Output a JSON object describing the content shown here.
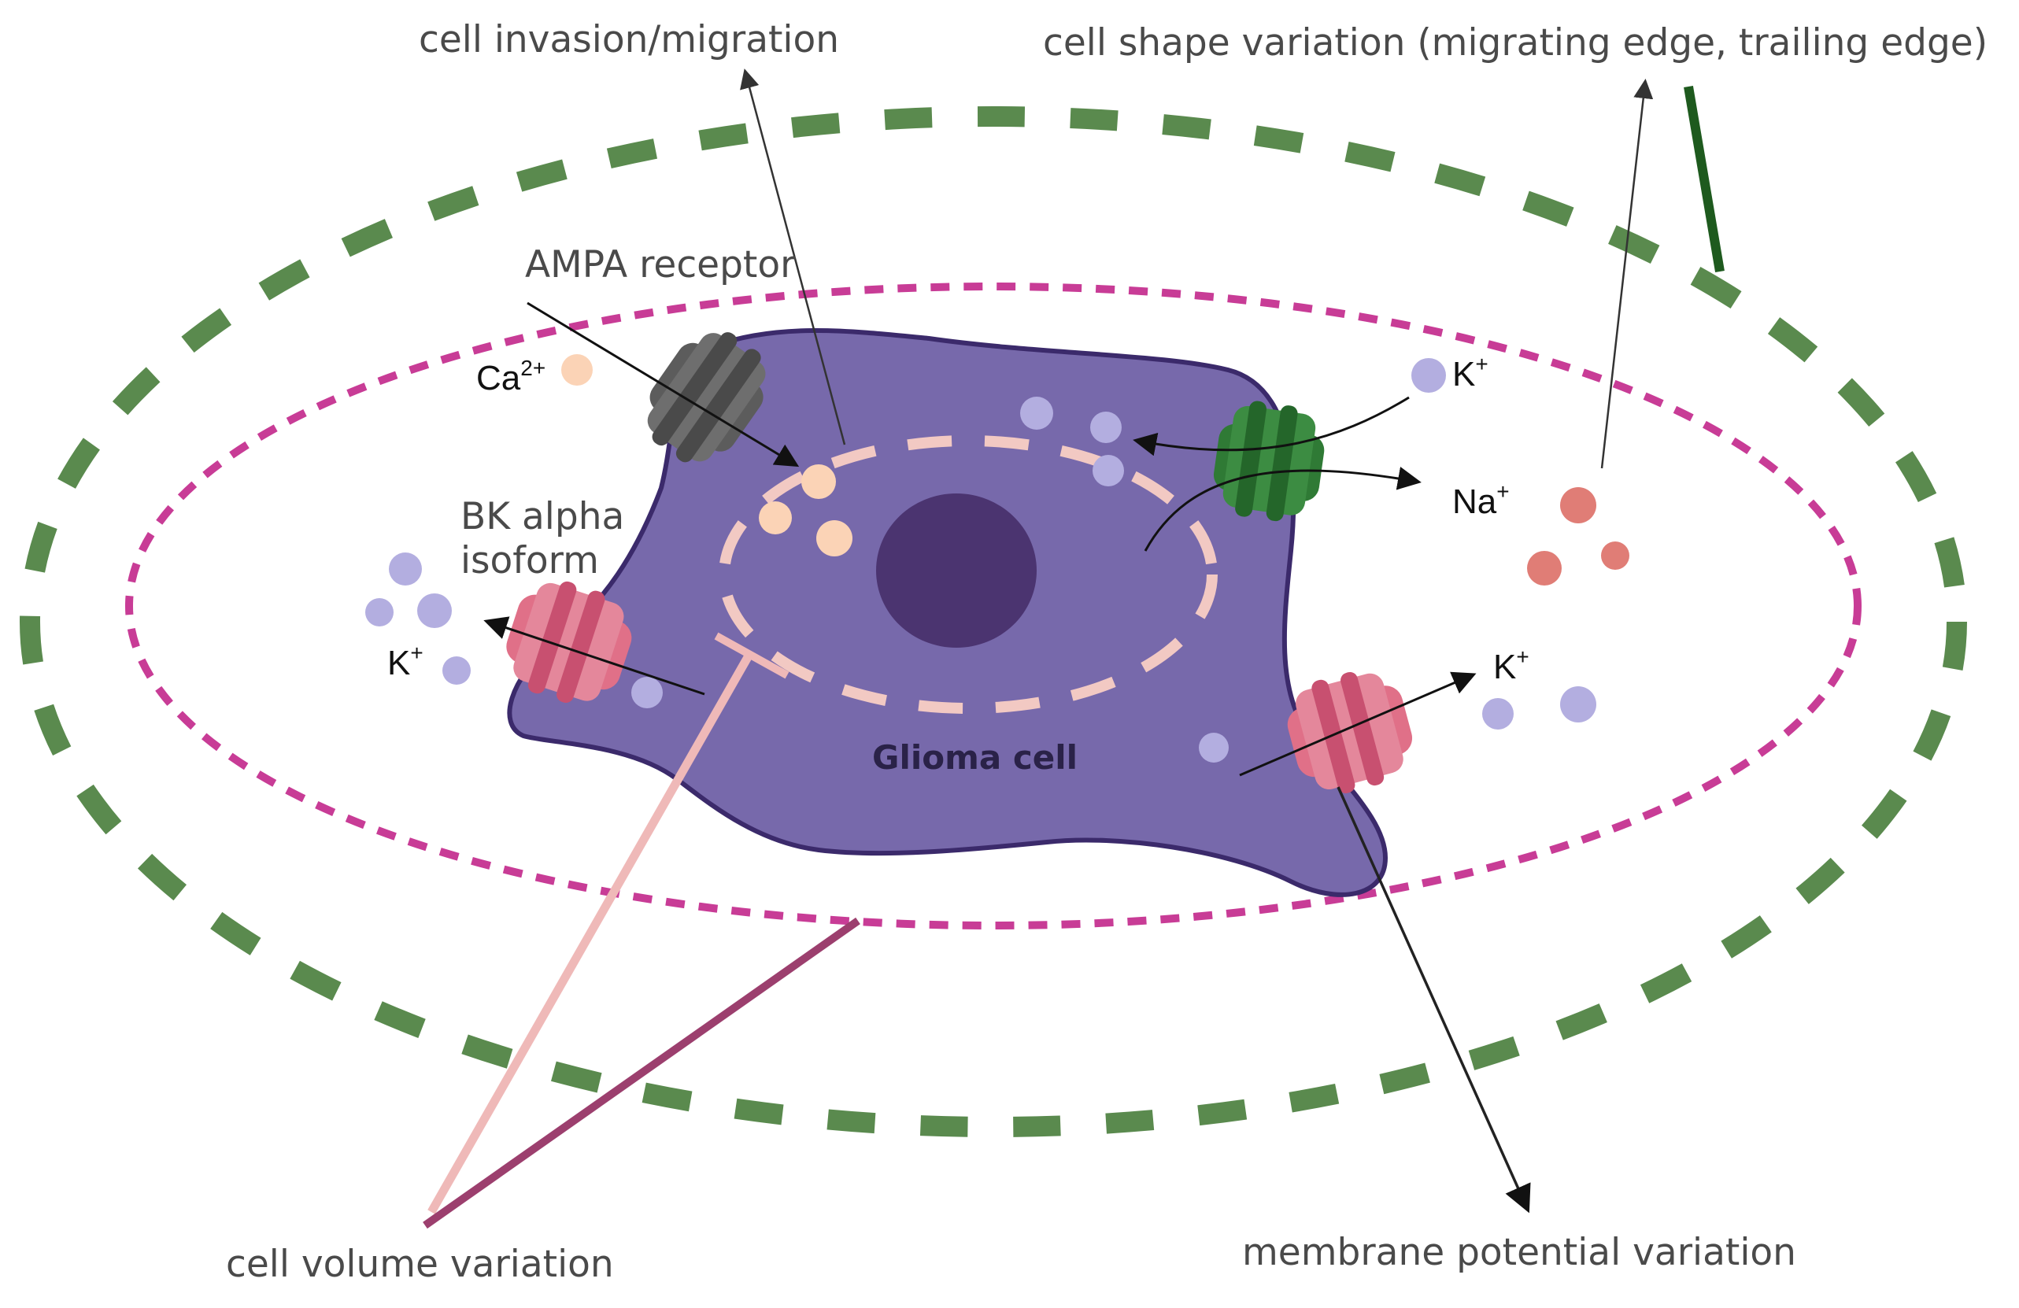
{
  "labels": {
    "cell_invasion": "cell invasion/migration",
    "cell_shape": "cell shape variation (migrating edge, trailing edge)",
    "ampa_receptor": "AMPA receptor",
    "bk_alpha_line1": "BK alpha",
    "bk_alpha_line2": "isoform",
    "glioma_cell": "Glioma cell",
    "cell_volume": "cell volume variation",
    "membrane_potential": "membrane potential variation"
  },
  "ions": {
    "ca": {
      "symbol": "Ca",
      "charge": "2+"
    },
    "k_top": {
      "symbol": "K",
      "charge": "+"
    },
    "na": {
      "symbol": "Na",
      "charge": "+"
    },
    "k_left": {
      "symbol": "K",
      "charge": "+"
    },
    "k_right": {
      "symbol": "K",
      "charge": "+"
    }
  },
  "colors": {
    "outer_ring": "#5a8a4e",
    "inner_ring": "#c83c96",
    "cell_body": "#7769ab",
    "cell_border": "#3b2a6b",
    "nucleus": "#4b3470",
    "nuclear_envelope": "#f2c9c3",
    "potassium_dot": "#b3aee0",
    "calcium_dot": "#fbd3b6",
    "sodium_dot": "#e07d76",
    "ampa_channel": "#5c5c5c",
    "na_k_channel": "#2f7a35",
    "bk_channel": "#e07088",
    "volume_line_light": "#efb9b8",
    "volume_line_dark": "#9c3f6e",
    "shape_bar": "#1e5a1e"
  }
}
